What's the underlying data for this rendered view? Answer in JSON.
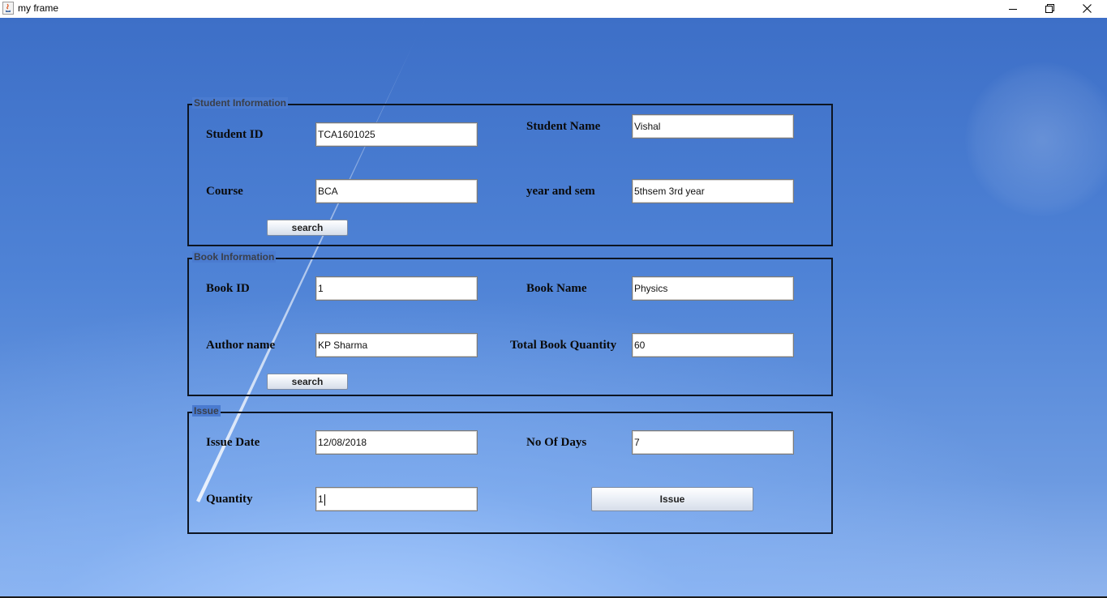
{
  "window": {
    "title": "my frame",
    "icons": [
      "java-app-icon",
      "minimize-icon",
      "maximize-icon",
      "close-icon"
    ]
  },
  "student": {
    "legend": "Student Information",
    "id_label": "Student ID",
    "id_value": "TCA1601025",
    "name_label": "Student Name",
    "name_value": "Vishal",
    "course_label": "Course",
    "course_value": "BCA",
    "year_label": "year and sem",
    "year_value": "5thsem 3rd year",
    "search_label": "search"
  },
  "book": {
    "legend": "Book Information",
    "id_label": "Book ID",
    "id_value": "1",
    "name_label": "Book Name",
    "name_value": "Physics",
    "author_label": "Author name",
    "author_value": "KP Sharma",
    "qty_label": "Total Book Quantity",
    "qty_value": "60",
    "search_label": "search"
  },
  "issue": {
    "legend": "Issue",
    "date_label": "Issue Date",
    "date_value": "12/08/2018",
    "days_label": "No Of Days",
    "days_value": "7",
    "quantity_label": "Quantity",
    "quantity_value": "1",
    "issue_button": "Issue"
  },
  "colors": {
    "frame_border": "#0d1522",
    "background_top": "#3d6fc7",
    "background_bottom": "#8fb4ee"
  }
}
